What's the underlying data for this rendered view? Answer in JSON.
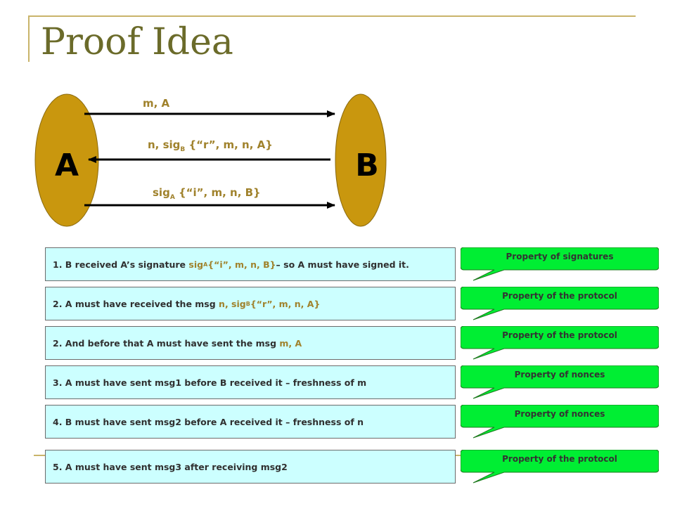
{
  "title": "Proof Idea",
  "diagram": {
    "party_a": "A",
    "party_b": "B",
    "msg1": "m, A",
    "msg2": {
      "prefix": "n, sig",
      "sub": "B",
      "suffix": " {“r”, m, n, A}"
    },
    "msg3": {
      "prefix": "sig",
      "sub": "A",
      "suffix": " {“i”, m, n, B}"
    }
  },
  "steps": [
    {
      "pre": "1. B received A’s signature ",
      "hl": "sig",
      "sub": "A",
      "hl2": " {“i”, m, n, B}",
      "post": " – so A must have signed it."
    },
    {
      "pre": "2. A must have received the msg ",
      "hl": "n, sig",
      "sub": "B",
      "hl2": " {“r”, m, n, A}",
      "post": ""
    },
    {
      "pre": "2. And before that A must have sent the msg ",
      "hl": "m, A",
      "sub": "",
      "hl2": "",
      "post": ""
    },
    {
      "pre": "3. A must have sent msg1 before B received it – freshness of m",
      "hl": "",
      "sub": "",
      "hl2": "",
      "post": ""
    },
    {
      "pre": "4. B must have sent msg2 before A received it – freshness of n",
      "hl": "",
      "sub": "",
      "hl2": "",
      "post": ""
    },
    {
      "pre": "5. A must have sent msg3 after receiving msg2",
      "hl": "",
      "sub": "",
      "hl2": "",
      "post": ""
    }
  ],
  "callouts": [
    "Property of signatures",
    "Property of the protocol",
    "Property of the protocol",
    "Property of nonces",
    "Property of nonces",
    "Property of the protocol"
  ],
  "colors": {
    "frame": "#c9b46a",
    "title": "#6b6b2a",
    "party_fill": "#c9970e",
    "step_bg": "#ccffff",
    "callout_fill": "#00ee33",
    "highlight": "#a0822c"
  }
}
